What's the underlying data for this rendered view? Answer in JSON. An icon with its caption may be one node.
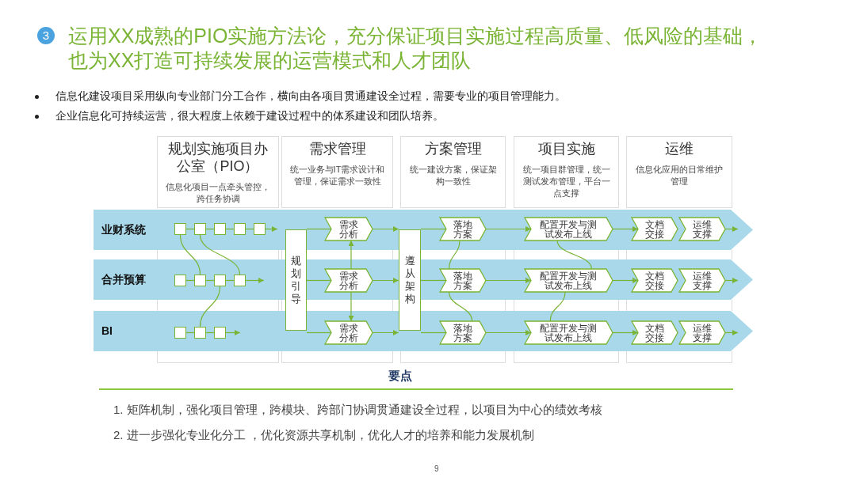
{
  "diagram": {
    "title": "运用XX成熟的PIO实施方法论，充分保证项目实施过程高质量、低风险的基础，也为XX打造可持续发展的运营模式和人才团队",
    "nodes": [
      {
        "text": [
          "规划实施项目办公室（PIO）",
          "信息化项目一点牵头管控，跨任务协调"
        ]
      },
      {
        "text": [
          "需求管理",
          "统一业务与IT需求设计和管理，保证需求一致性"
        ]
      },
      {
        "text": [
          "方案管理",
          "统一建设方案，保证架构一致性"
        ]
      },
      {
        "text": [
          "项目实施",
          "统一项目群管理，统一测试发布管理，平台一点支撑"
        ]
      },
      {
        "text": [
          "运维",
          "信息化应用的日常维护管理"
        ]
      },
      {
        "text": [
          "业财系统"
        ]
      },
      {
        "text": [
          "合并预算"
        ]
      },
      {
        "text": [
          "BI"
        ]
      },
      {
        "text": [],
        "shape": "box",
        "in": 5
      },
      {
        "text": [],
        "shape": "box",
        "in": 5
      },
      {
        "text": [],
        "shape": "box",
        "in": 5
      },
      {
        "text": [],
        "shape": "box",
        "in": 5
      },
      {
        "text": [],
        "shape": "box",
        "in": 5
      },
      {
        "text": [],
        "shape": "box",
        "in": 6
      },
      {
        "text": [],
        "shape": "box",
        "in": 6
      },
      {
        "text": [],
        "shape": "box",
        "in": 6
      },
      {
        "text": [],
        "shape": "box",
        "in": 6
      },
      {
        "text": [],
        "shape": "box",
        "in": 7
      },
      {
        "text": [],
        "shape": "box",
        "in": 7
      },
      {
        "text": [],
        "shape": "box",
        "in": 7
      },
      {
        "text": [
          "规划引导"
        ]
      },
      {
        "text": [
          "遵从架构"
        ]
      },
      {
        "text": [
          "需求分析"
        ],
        "in": 5
      },
      {
        "text": [
          "需求分析"
        ],
        "in": 6
      },
      {
        "text": [
          "需求分析"
        ],
        "in": 7
      },
      {
        "text": [
          "落地方案"
        ],
        "in": 5
      },
      {
        "text": [
          "落地方案"
        ],
        "in": 6
      },
      {
        "text": [
          "落地方案"
        ],
        "in": 7
      },
      {
        "text": [
          "配置开发与测试发布上线"
        ],
        "in": 5
      },
      {
        "text": [
          "配置开发与测试发布上线"
        ],
        "in": 6
      },
      {
        "text": [
          "配置开发与测试发布上线"
        ],
        "in": 7
      },
      {
        "text": [
          "文档交接"
        ],
        "in": 5
      },
      {
        "text": [
          "文档交接"
        ],
        "in": 6
      },
      {
        "text": [
          "文档交接"
        ],
        "in": 7
      },
      {
        "text": [
          "运维支撑"
        ],
        "in": 5
      },
      {
        "text": [
          "运维支撑"
        ],
        "in": 6
      },
      {
        "text": [
          "运维支撑"
        ],
        "in": 7
      }
    ],
    "edges": [
      {
        "from": 8,
        "to": 9,
        "arrow": "none"
      },
      {
        "from": 9,
        "to": 10,
        "arrow": "none"
      },
      {
        "from": 10,
        "to": 11,
        "arrow": "none"
      },
      {
        "from": 11,
        "to": 12,
        "arrow": "none"
      },
      {
        "from": 12,
        "to": null,
        "arrow": "to"
      },
      {
        "from": 13,
        "to": 14,
        "arrow": "none"
      },
      {
        "from": 14,
        "to": 15,
        "arrow": "none"
      },
      {
        "from": 15,
        "to": 16,
        "arrow": "none"
      },
      {
        "from": 16,
        "to": null,
        "arrow": "to"
      },
      {
        "from": 17,
        "to": 18,
        "arrow": "none"
      },
      {
        "from": 18,
        "to": 19,
        "arrow": "none"
      },
      {
        "from": 19,
        "to": null,
        "arrow": "to"
      },
      {
        "from": 8,
        "to": 14,
        "arrow": "none"
      },
      {
        "from": 9,
        "to": 16,
        "arrow": "none"
      },
      {
        "from": 15,
        "to": 18,
        "arrow": "none"
      },
      {
        "from": 20,
        "to": 22,
        "arrow": "none"
      },
      {
        "from": 20,
        "to": 23,
        "arrow": "none"
      },
      {
        "from": 20,
        "to": 24,
        "arrow": "none"
      },
      {
        "from": 22,
        "to": 21,
        "arrow": "to"
      },
      {
        "from": 23,
        "to": 21,
        "arrow": "to"
      },
      {
        "from": 24,
        "to": 21,
        "arrow": "to"
      },
      {
        "from": 23,
        "to": 22,
        "arrow": "to"
      },
      {
        "from": 23,
        "to": 24,
        "arrow": "to"
      },
      {
        "from": 21,
        "to": 25,
        "arrow": "none"
      },
      {
        "from": 21,
        "to": 26,
        "arrow": "none"
      },
      {
        "from": 21,
        "to": 27,
        "arrow": "none"
      },
      {
        "from": 25,
        "to": 26,
        "arrow": "none"
      },
      {
        "from": 26,
        "to": 27,
        "arrow": "none"
      },
      {
        "from": 25,
        "to": 28,
        "arrow": "to"
      },
      {
        "from": 26,
        "to": 29,
        "arrow": "to"
      },
      {
        "from": 27,
        "to": 30,
        "arrow": "to"
      },
      {
        "from": 28,
        "to": 29,
        "arrow": "none"
      },
      {
        "from": 29,
        "to": 30,
        "arrow": "none"
      },
      {
        "from": 28,
        "to": 31,
        "arrow": "to"
      },
      {
        "from": 29,
        "to": 32,
        "arrow": "to"
      },
      {
        "from": 30,
        "to": 33,
        "arrow": "to"
      },
      {
        "from": 34,
        "to": null,
        "arrow": "to"
      },
      {
        "from": 35,
        "to": null,
        "arrow": "to"
      },
      {
        "from": 36,
        "to": null,
        "arrow": "to"
      }
    ],
    "labels": [
      "3",
      "信息化建设项目采用纵向专业部门分工合作，横向由各项目贯通建设全过程，需要专业的项目管理能力。",
      "企业信息化可持续运营，很大程度上依赖于建设过程中的体系建设和团队培养。",
      "要点",
      "1. 矩阵机制，强化项目管理，跨模块、跨部门协调贯通建设全过程，以项目为中心的绩效考核",
      "2. 进一步强化专业化分工 ，优化资源共享机制，优化人才的培养和能力发展机制",
      "9"
    ]
  }
}
